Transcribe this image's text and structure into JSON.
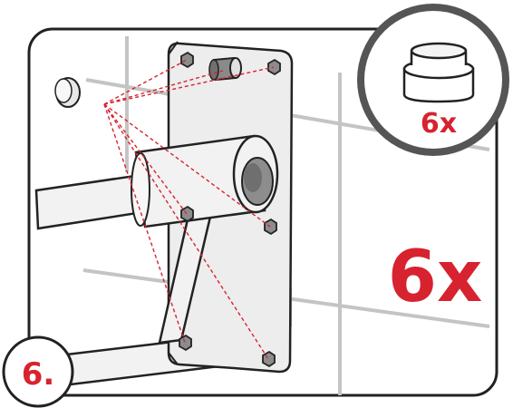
{
  "step": {
    "number": "6."
  },
  "callout": {
    "quantity": "6x"
  },
  "main": {
    "quantity": "6x"
  },
  "colors": {
    "accent": "#d7232f",
    "outline": "#222222",
    "wall_lines": "#bdbdbd",
    "plate_fill": "#ededed",
    "pipe_fill": "#f2f2f2",
    "cap_fill": "#9a9a9a",
    "badge_ring": "#555555"
  },
  "icons": [
    "bumper-cap-icon",
    "hex-nut-icon",
    "wall-plug-icon"
  ]
}
